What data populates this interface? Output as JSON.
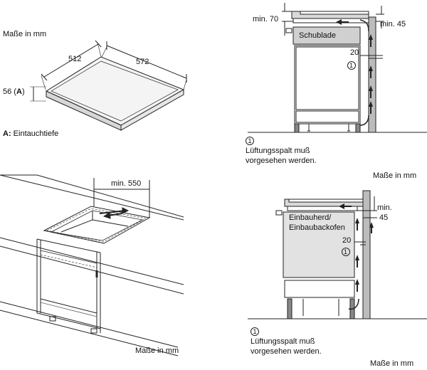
{
  "top_left": {
    "unit_note": "Maße in mm",
    "dim_width": "512",
    "dim_depth": "572",
    "dim_height": "56",
    "dim_height_marker": "A",
    "legend_key": "A:",
    "legend_text": "Eintauchtiefe"
  },
  "bottom_left": {
    "dim_min": "min. 550",
    "unit_note": "Maße in mm"
  },
  "top_right": {
    "dim_top": "min. 70",
    "dim_right": "min. 45",
    "drawer_label": "Schublade",
    "dim_gap": "20",
    "circle_marker": "1",
    "note_line1": "Lüftungsspalt muß",
    "note_line2": "vorgesehen werden.",
    "unit_note": "Maße in mm"
  },
  "bottom_right": {
    "oven_label_line1": "Einbauherd/",
    "oven_label_line2": "Einbaubackofen",
    "dim_right_line1": "min.",
    "dim_right_line2": "45",
    "dim_gap": "20",
    "circle_marker": "1",
    "note_line1": "Lüftungsspalt muß",
    "note_line2": "vorgesehen werden.",
    "unit_note": "Maße in mm"
  }
}
